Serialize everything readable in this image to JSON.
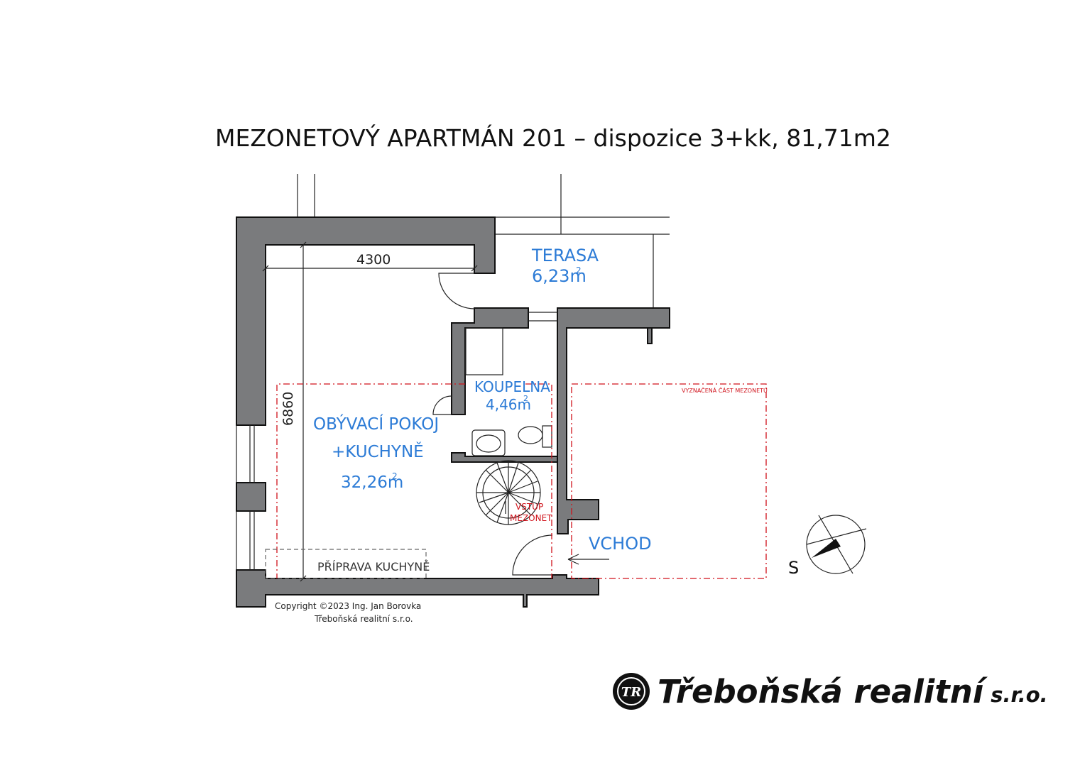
{
  "title": "MEZONETOVÝ APARTMÁN 201 – dispozice 3+kk, 81,71m2",
  "rooms": {
    "terasa": {
      "name": "TERASA",
      "area": "6,23m",
      "sup": "2"
    },
    "koupelna": {
      "name": "KOUPELNA",
      "area": "4,46m",
      "sup": "2"
    },
    "obyvaci": {
      "name1": "OBÝVACÍ POKOJ",
      "name2": "+KUCHYNĚ",
      "area": "32,26m",
      "sup": "2"
    }
  },
  "dimensions": {
    "width": "4300",
    "height": "6860"
  },
  "labels": {
    "priprava": "PŘÍPRAVA KUCHYNĚ",
    "vstup1": "VSTUP",
    "vstup2": "MEZONET",
    "vchod": "VCHOD",
    "vyznacena": "VYZNAČENÁ ČÁST MEZONETU",
    "north": "S"
  },
  "copyright": {
    "line1": "Copyright ©2023 Ing. Jan Borovka",
    "line2": "Třeboňská realitní s.r.o."
  },
  "brand": {
    "logo_text": "TR",
    "name": "Třeboňská realitní",
    "suffix": "s.r.o."
  },
  "colors": {
    "wall": "#7a7b7d",
    "room_text": "#2c7bd6",
    "red": "#d0121b"
  }
}
